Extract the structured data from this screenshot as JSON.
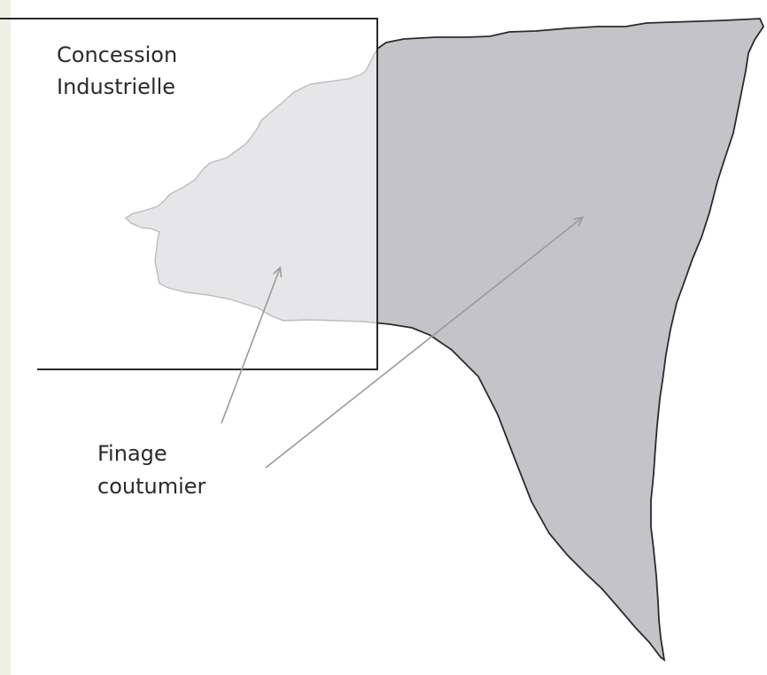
{
  "diagram": {
    "concession_label": {
      "line1": "Concession",
      "line2": "Industrielle"
    },
    "finage_label": {
      "line1": "Finage",
      "line2": "coutumier"
    },
    "colors": {
      "background_margin": "#eef0e4",
      "page": "#ffffff",
      "finage_inside_concession": "#e6e6e8",
      "finage_outside_concession": "#c4c4c8",
      "outline": "#2b2b2b",
      "arrow": "#9a9a9a"
    }
  }
}
